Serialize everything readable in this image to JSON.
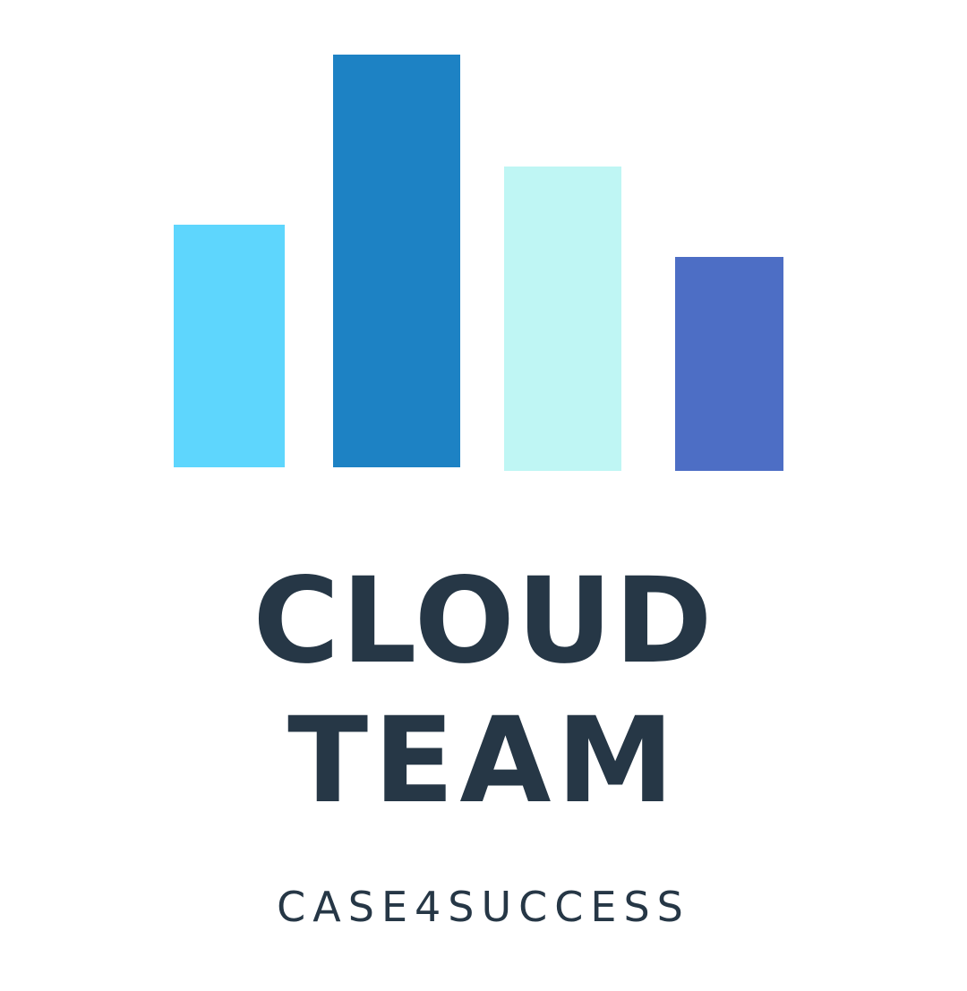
{
  "brand": {
    "title_line_1": "CLOUD",
    "title_line_2": "TEAM",
    "tagline": "CASE4SUCCESS",
    "text_color": "#263746"
  },
  "bars": [
    {
      "color": "#5ED6FD"
    },
    {
      "color": "#1D82C4"
    },
    {
      "color": "#BFF6F4"
    },
    {
      "color": "#4D6EC5"
    }
  ]
}
